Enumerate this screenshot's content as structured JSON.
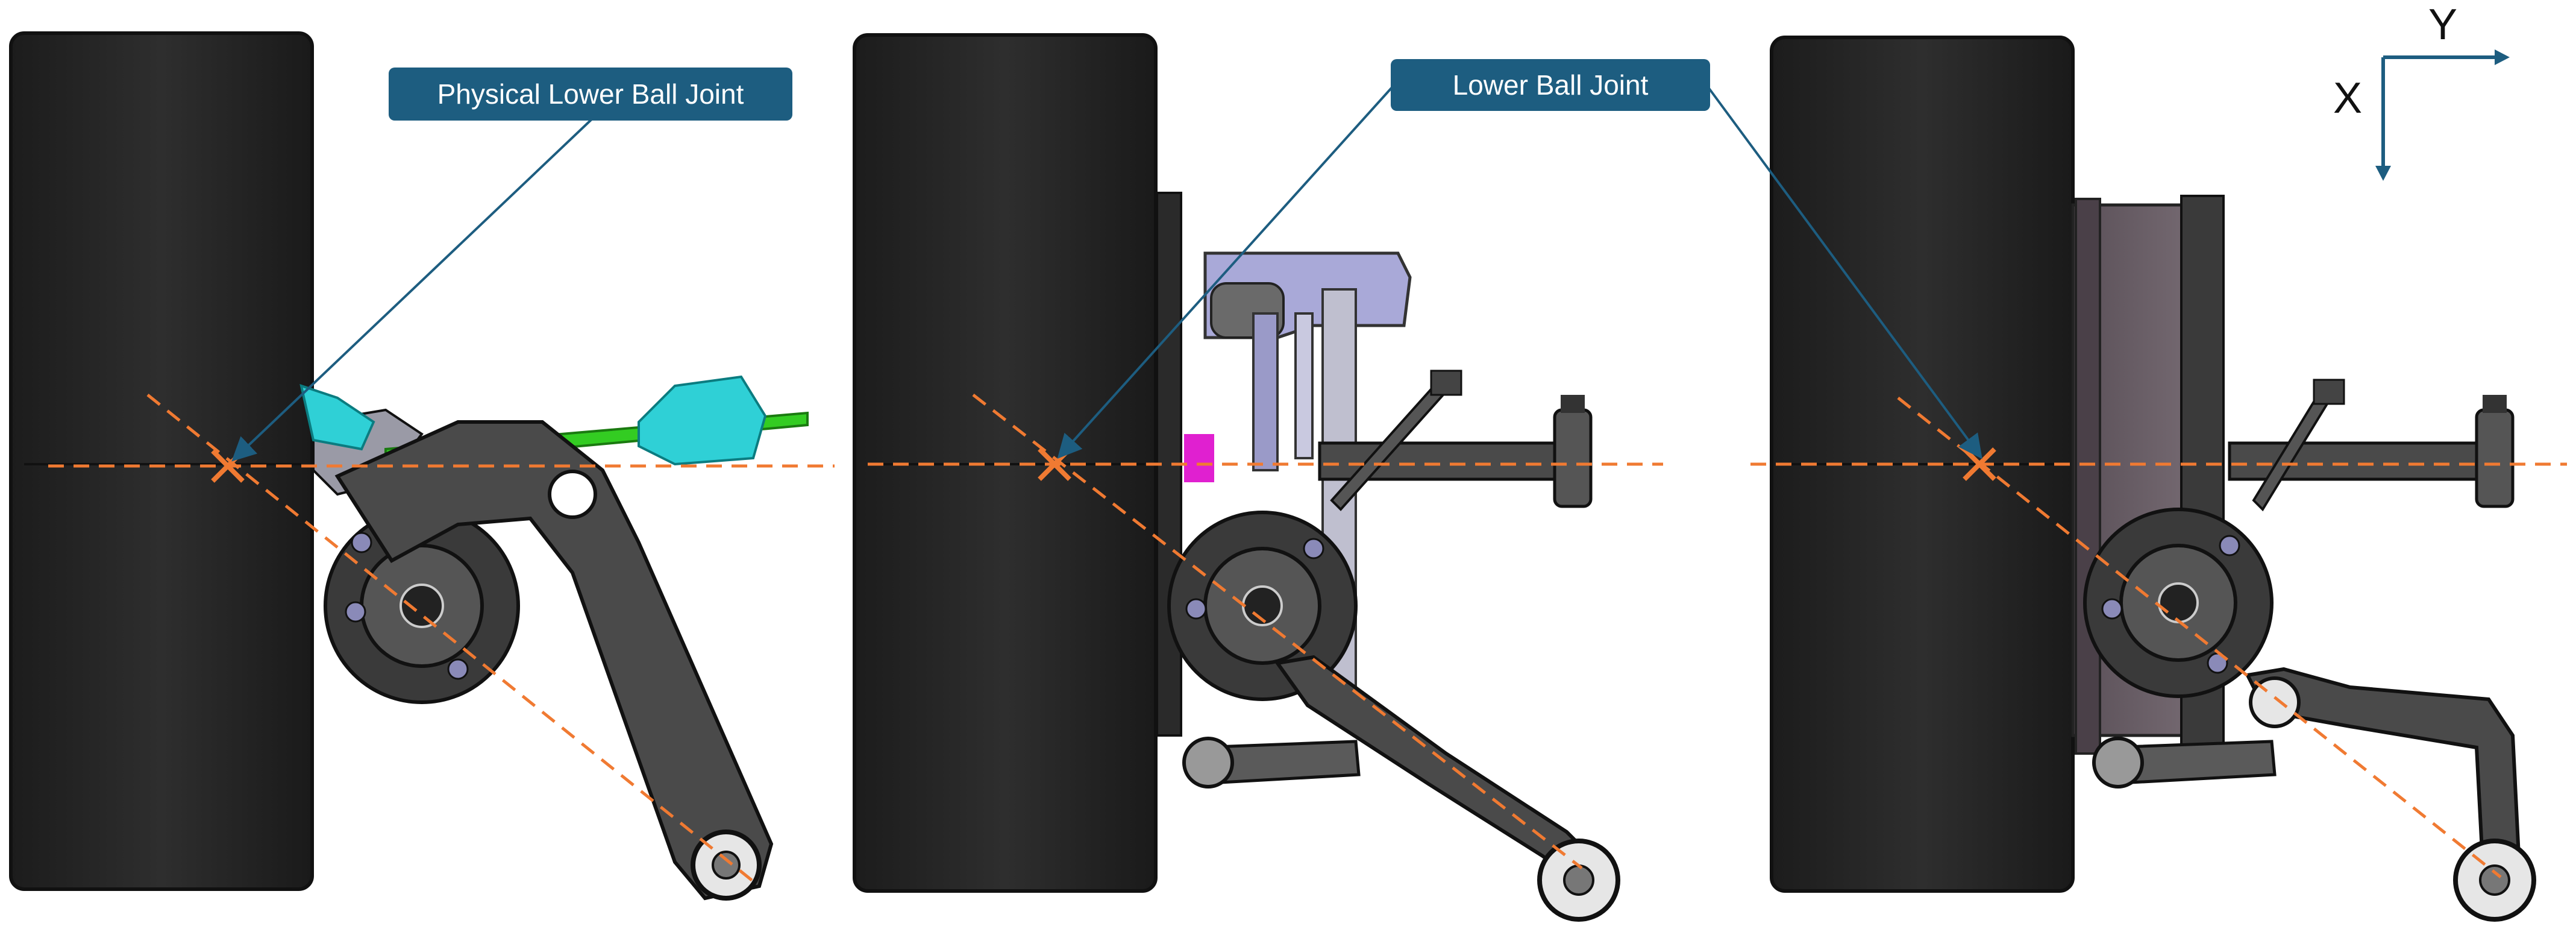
{
  "callouts": {
    "left": "Physical Lower Ball Joint",
    "center": "Lower Ball Joint"
  },
  "axes": {
    "x": "X",
    "y": "Y"
  },
  "colors": {
    "callout_fill": "#1d5d80",
    "leader_line": "#1d5d80",
    "reference_line": "#f07a32",
    "tire": "#2a2a2a",
    "control_arm": "#4a4a4a",
    "drive_shaft": "#33cc22",
    "cv_boot": "#2fd0d6",
    "caliper": "#a9a9d8",
    "motor_housing": "#6a5e66",
    "highlight_part": "#e020d0"
  },
  "views": [
    {
      "id": "view-1",
      "description_icon": "wheel-with-a-arm-and-driveshaft"
    },
    {
      "id": "view-2",
      "description_icon": "wheel-with-brake-caliper-and-links"
    },
    {
      "id": "view-3",
      "description_icon": "wheel-with-in-wheel-motor-and-links"
    }
  ]
}
